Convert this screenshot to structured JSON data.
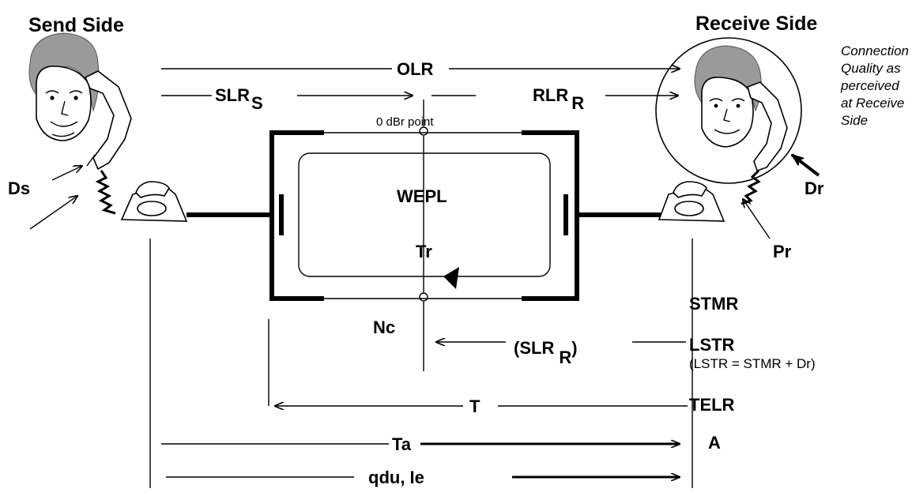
{
  "diagram": {
    "send_side": "Send Side",
    "receive_side": "Receive Side",
    "connection_note": [
      "Connection",
      "Quality as",
      "perceived",
      "at Receive",
      "Side"
    ],
    "labels": {
      "olr": "OLR",
      "slr": "SLR",
      "slr_sub": "S",
      "rlr": "RLR",
      "rlr_sub": "R",
      "zero_dbr": "0 dBr  point",
      "wepl": "WEPL",
      "tr": "Tr",
      "ds": "Ds",
      "dr": "Dr",
      "pr": "Pr",
      "nc": "Nc",
      "slr_r_open": "(SLR",
      "slr_r_sub": "R",
      "slr_r_close": ")",
      "stmr": "STMR",
      "lstr": "LSTR",
      "lstr_formula": "(LSTR = STMR + Dr)",
      "t": "T",
      "telr": "TELR",
      "ta": "Ta",
      "a": "A",
      "qdu": "qdu,  Ie"
    }
  }
}
